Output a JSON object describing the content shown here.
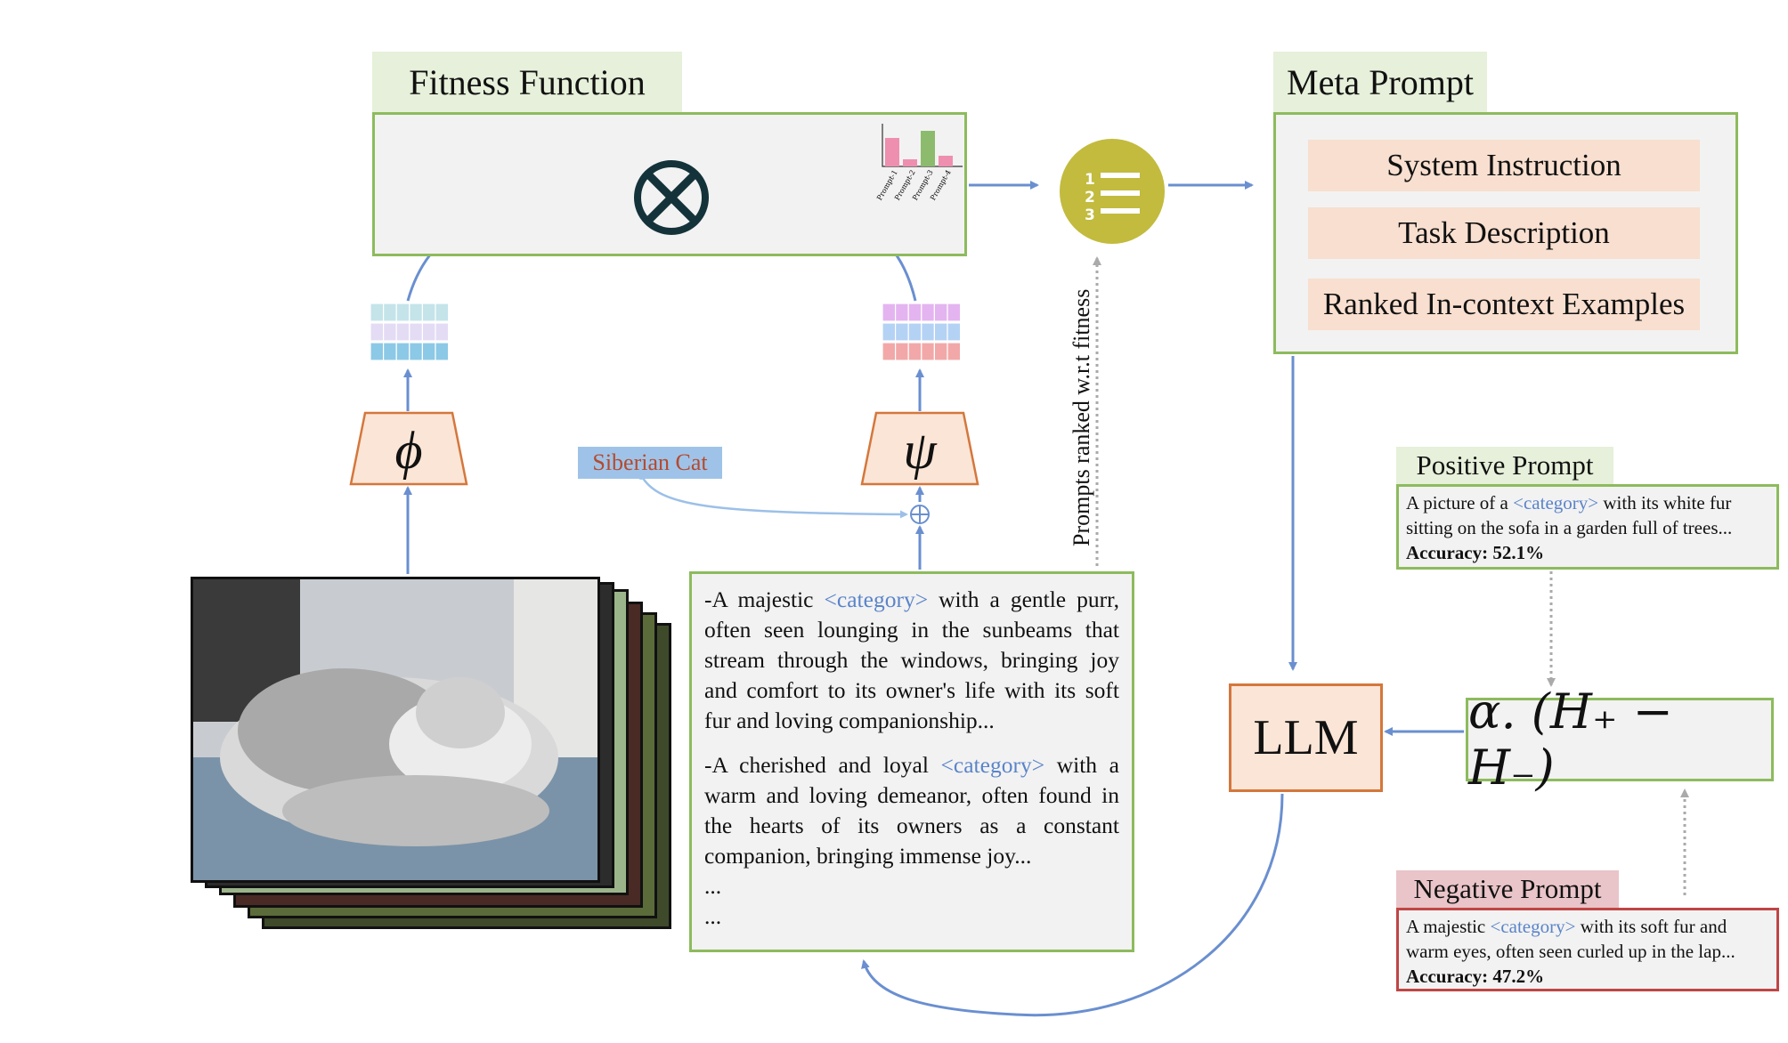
{
  "fitness": {
    "title": "Fitness Function"
  },
  "bar_chart": {
    "categories": [
      "Prompt-1",
      "Prompt-2",
      "Prompt-3",
      "Prompt-4"
    ],
    "values": [
      0.8,
      0.2,
      1.0,
      0.3
    ],
    "colors": [
      "#ee8fb0",
      "#ee8fb0",
      "#8dbb6d",
      "#ee8fb0"
    ]
  },
  "encoders": {
    "image": "ϕ",
    "text": "ψ"
  },
  "class_label": "Siberian Cat",
  "rank_note": "Prompts ranked w.r.t fitness",
  "meta": {
    "title": "Meta Prompt",
    "items": [
      "System Instruction",
      "Task Description",
      "Ranked In-context Examples"
    ]
  },
  "prompts": {
    "p1_pre": "-A majestic ",
    "p1_cat": "<category>",
    "p1_post": " with a gentle purr, often seen lounging in the sunbeams that stream through the windows, bringing joy and comfort to its owner's life with its soft fur and loving companionship...",
    "p2_pre": "-A cherished and loyal ",
    "p2_cat": "<category>",
    "p2_post": " with a warm and loving demeanor, often found in the hearts of its owners as a constant companion, bringing immense joy...",
    "dots1": "...",
    "dots2": "..."
  },
  "llm": "LLM",
  "formula": "α. (H₊ − H₋)",
  "positive": {
    "title": "Positive Prompt",
    "pre": "A picture of a ",
    "cat": "<category>",
    "post": " with its white fur sitting on the sofa in a garden full of trees...",
    "accuracy": "Accuracy: 52.1%"
  },
  "negative": {
    "title": "Negative Prompt",
    "pre": "A majestic ",
    "cat": "<category>",
    "post": " with its soft fur and warm eyes, often seen curled up in the lap...",
    "accuracy": "Accuracy: 47.2%"
  }
}
